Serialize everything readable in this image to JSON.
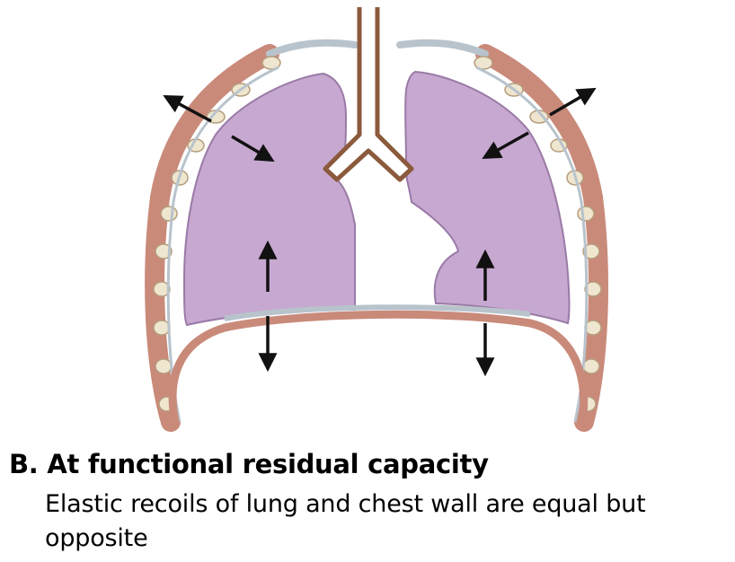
{
  "caption": {
    "label": "B.",
    "title": "At functional residual capacity",
    "body": "Elastic recoils of lung and chest wall are equal but opposite"
  },
  "colors": {
    "lung_fill": "#c7a8d0",
    "lung_outline": "#9a7aa6",
    "chest_wall": "#c98a7a",
    "rib": "#efe6cf",
    "pleura_line": "#b8c3cc",
    "trachea": "#8b5a3c",
    "arrow": "#111111"
  },
  "icons": [
    "lung-left-shape",
    "lung-right-shape",
    "trachea-shape",
    "chest-wall-shape",
    "arrow-icon"
  ]
}
